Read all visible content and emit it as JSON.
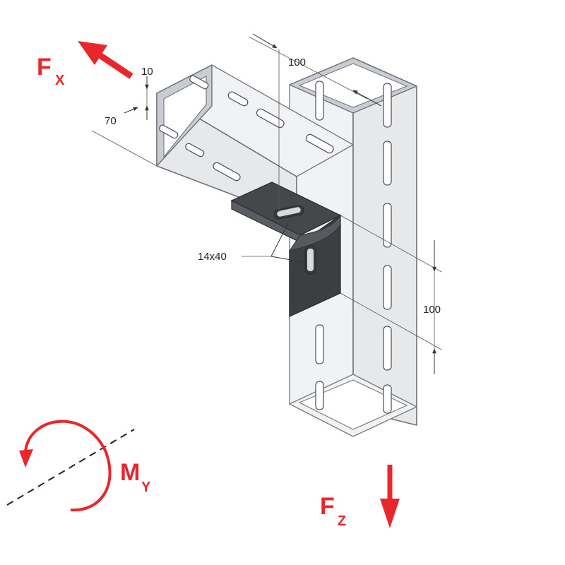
{
  "dimensions": {
    "dim_10": "10",
    "dim_70": "70",
    "dim_100_top": "100",
    "dim_100_right": "100",
    "slot_size": "14x40"
  },
  "forces": {
    "fx_main": "F",
    "fx_sub": "X",
    "fz_main": "F",
    "fz_sub": "Z",
    "my_main": "M",
    "my_sub": "Y"
  },
  "colors": {
    "force": "#e8262c",
    "bracket": "#45484b",
    "steel": "#e6e8ea",
    "outline": "#6f7378",
    "dimension": "#333333"
  }
}
